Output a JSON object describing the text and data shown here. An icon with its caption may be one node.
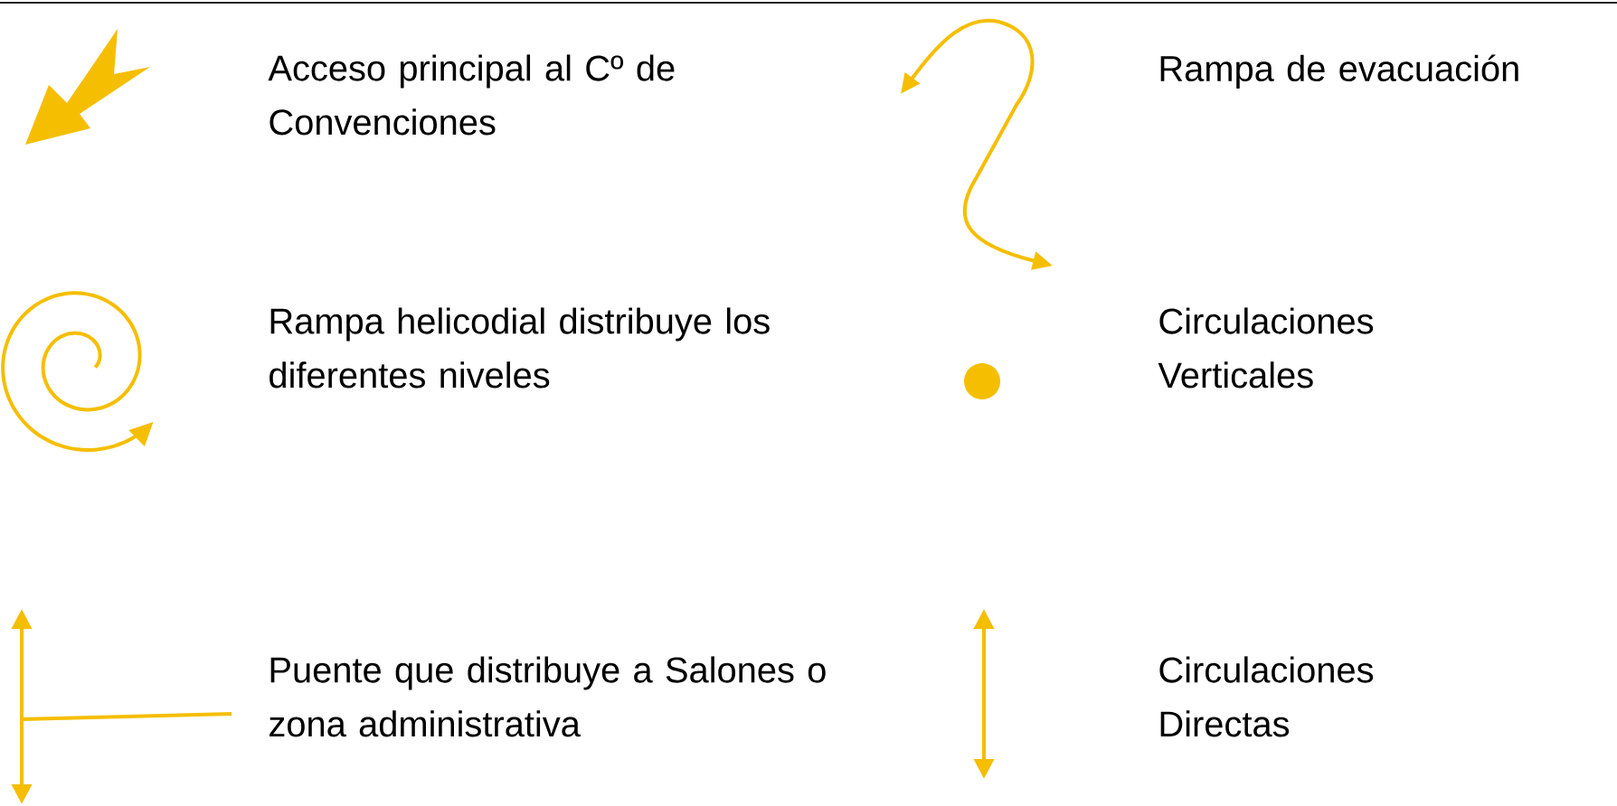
{
  "diagram": {
    "legend": [
      {
        "text": "Acceso principal al Cº de Convenciones"
      },
      {
        "text": "Rampa de evacuación"
      },
      {
        "text": "Rampa helicodial distribuye los diferentes niveles"
      },
      {
        "text": "Circulaciones Verticales"
      },
      {
        "text": "Puente que distribuye a Salones o zona administrativa"
      },
      {
        "text": "Circulaciones Directas"
      }
    ]
  }
}
